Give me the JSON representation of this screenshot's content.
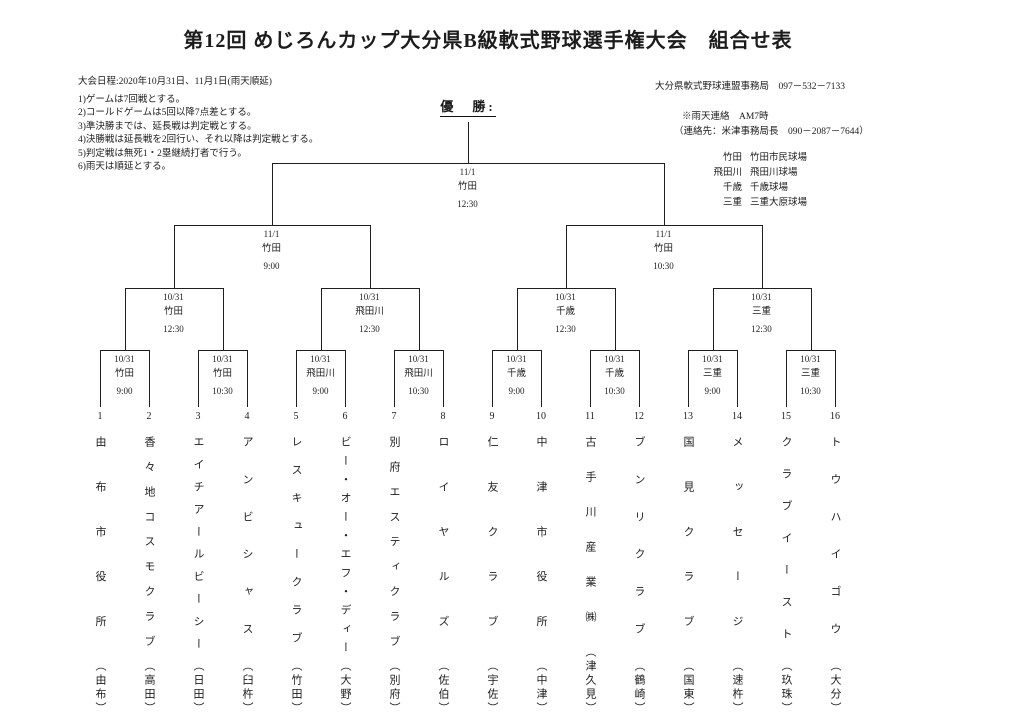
{
  "title": "第12回 めじろんカップ大分県B級軟式野球選手権大会　組合せ表",
  "schedule_note": "大会日程:2020年10月31日、11月1日(雨天順延)",
  "rules": [
    "1)ゲームは7回戦とする。",
    "2)コールドゲームは5回以降7点差とする。",
    "3)準決勝までは、延長戦は判定戦とする。",
    "4)決勝戦は延長戦を2回行い、それ以降は判定戦とする。",
    "5)判定戦は無死1・2塁継続打者で行う。",
    "6)雨天は順延とする。"
  ],
  "contact": {
    "office": "大分県軟式野球連盟事務局　097－532－7133",
    "rain_notice": "※雨天連絡　AM7時",
    "rain_contact": "（連絡先：米津事務局長　090－2087－7644）"
  },
  "venues": [
    {
      "short": "竹田",
      "name": "竹田市民球場"
    },
    {
      "short": "飛田川",
      "name": "飛田川球場"
    },
    {
      "short": "千歳",
      "name": "千歳球場"
    },
    {
      "short": "三重",
      "name": "三重大原球場"
    }
  ],
  "champion_label": "優　勝:",
  "teams": [
    {
      "no": "1",
      "name": "由布市役所",
      "region": "（由布）"
    },
    {
      "no": "2",
      "name": "香々地コスモクラブ",
      "region": "（高田）"
    },
    {
      "no": "3",
      "name": "エイチアールビーシー",
      "region": "（日田）"
    },
    {
      "no": "4",
      "name": "アンビシャス",
      "region": "（臼杵）"
    },
    {
      "no": "5",
      "name": "レスキュークラブ",
      "region": "（竹田）"
    },
    {
      "no": "6",
      "name": "ビー・オー・エフ・ディー",
      "region": "（大野）"
    },
    {
      "no": "7",
      "name": "別府エスティクラブ",
      "region": "（別府）"
    },
    {
      "no": "8",
      "name": "ロイヤルズ",
      "region": "（佐伯）"
    },
    {
      "no": "9",
      "name": "仁友クラブ",
      "region": "（宇佐）"
    },
    {
      "no": "10",
      "name": "中津市役所",
      "region": "（中津）"
    },
    {
      "no": "11",
      "name": "古手川産業㈱",
      "region": "（津久見）"
    },
    {
      "no": "12",
      "name": "ブンリクラブ",
      "region": "（鶴崎）"
    },
    {
      "no": "13",
      "name": "国見クラブ",
      "region": "（国東）"
    },
    {
      "no": "14",
      "name": "メッセージ",
      "region": "（速杵）"
    },
    {
      "no": "15",
      "name": "クラブイースト",
      "region": "（玖珠）"
    },
    {
      "no": "16",
      "name": "トウハイゴウ",
      "region": "（大分）"
    }
  ],
  "bracket": {
    "rounds": [
      [
        {
          "date": "10/31",
          "venue": "竹田",
          "time": "9:00"
        },
        {
          "date": "10/31",
          "venue": "竹田",
          "time": "10:30"
        },
        {
          "date": "10/31",
          "venue": "飛田川",
          "time": "9:00"
        },
        {
          "date": "10/31",
          "venue": "飛田川",
          "time": "10:30"
        },
        {
          "date": "10/31",
          "venue": "千歳",
          "time": "9:00"
        },
        {
          "date": "10/31",
          "venue": "千歳",
          "time": "10:30"
        },
        {
          "date": "10/31",
          "venue": "三重",
          "time": "9:00"
        },
        {
          "date": "10/31",
          "venue": "三重",
          "time": "10:30"
        }
      ],
      [
        {
          "date": "10/31",
          "venue": "竹田",
          "time": "12:30"
        },
        {
          "date": "10/31",
          "venue": "飛田川",
          "time": "12:30"
        },
        {
          "date": "10/31",
          "venue": "千歳",
          "time": "12:30"
        },
        {
          "date": "10/31",
          "venue": "三重",
          "time": "12:30"
        }
      ],
      [
        {
          "date": "11/1",
          "venue": "竹田",
          "time": "9:00"
        },
        {
          "date": "11/1",
          "venue": "竹田",
          "time": "10:30"
        }
      ],
      [
        {
          "date": "11/1",
          "venue": "竹田",
          "time": "12:30"
        }
      ]
    ]
  }
}
